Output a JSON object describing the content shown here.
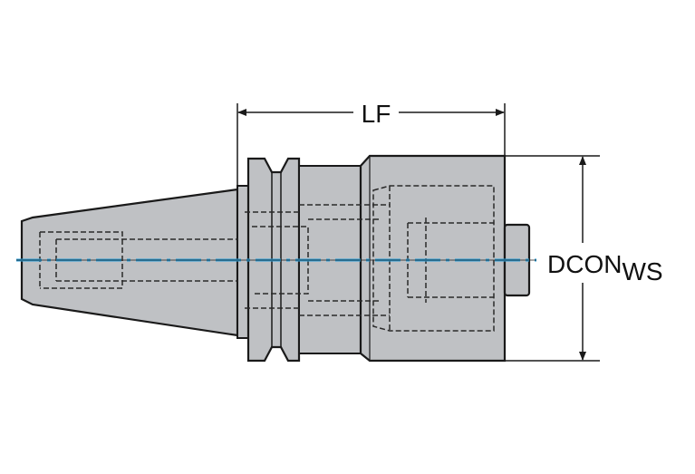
{
  "labels": {
    "lf": "LF",
    "dcon_main": "DCON",
    "dcon_sub": "WS"
  },
  "colors": {
    "body_fill": "#bfc1c4",
    "outline": "#1a1a1a",
    "hidden_line": "#2a2a2a",
    "axis": "#2f9fd8"
  }
}
